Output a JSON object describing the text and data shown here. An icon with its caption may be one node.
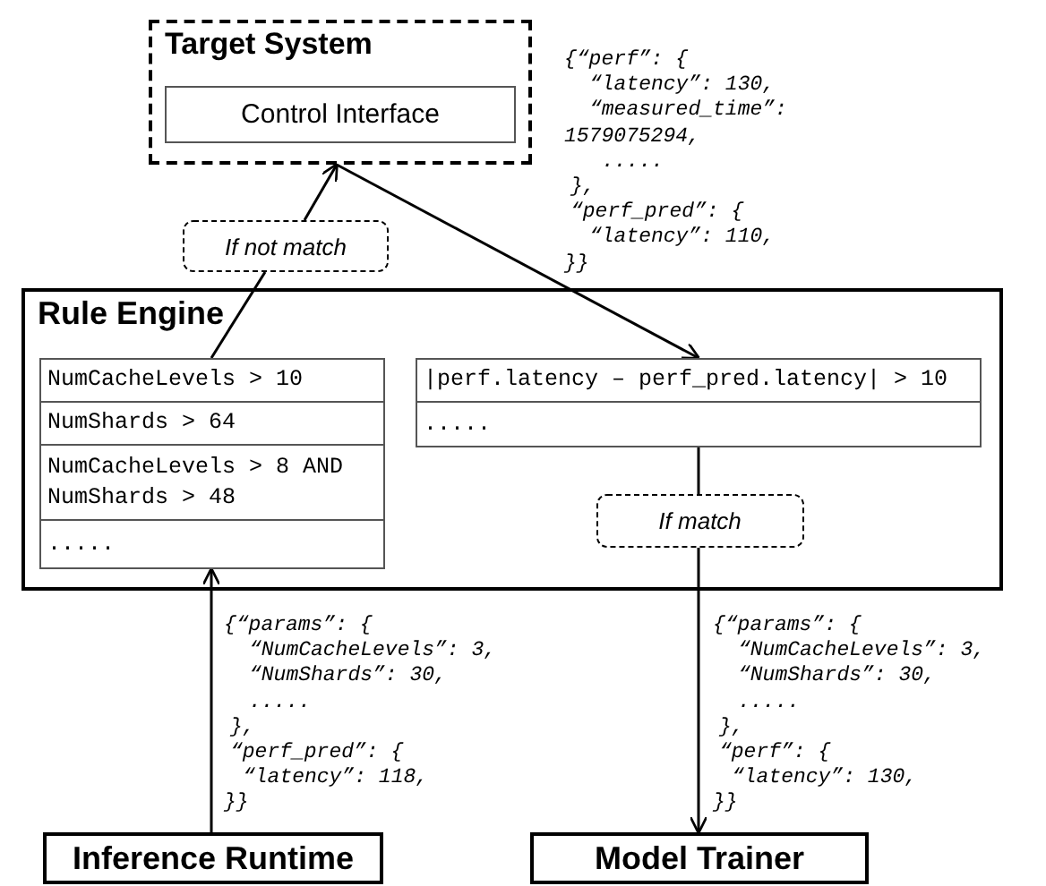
{
  "diagram": {
    "nodes": [
      {
        "text": [
          "Target System"
        ]
      },
      {
        "text": [
          "Control Interface"
        ],
        "in": 0
      },
      {
        "text": [
          "If not match"
        ]
      },
      {
        "text": [
          "Rule Engine"
        ]
      },
      {
        "text": [],
        "shape": "box",
        "in": 3
      },
      {
        "text": [
          "NumCacheLevels > 10"
        ],
        "in": 4
      },
      {
        "text": [
          "NumShards > 64"
        ],
        "in": 4
      },
      {
        "text": [
          "NumCacheLevels > 8 AND NumShards > 48"
        ],
        "in": 4
      },
      {
        "text": [
          "....."
        ],
        "in": 4
      },
      {
        "text": [],
        "shape": "box",
        "in": 3
      },
      {
        "text": [
          "|perf.latency – perf_pred.latency| > 10"
        ],
        "in": 9
      },
      {
        "text": [
          "....."
        ],
        "in": 9
      },
      {
        "text": [
          "If match"
        ],
        "in": 3
      },
      {
        "text": [
          "Inference Runtime"
        ]
      },
      {
        "text": [
          "Model Trainer"
        ]
      }
    ],
    "edges": [
      {
        "from": 4,
        "to": 2,
        "arrow": "none"
      },
      {
        "from": 2,
        "to": 0,
        "arrow": "to"
      },
      {
        "from": 0,
        "to": 9,
        "arrow": "to"
      },
      {
        "from": 13,
        "to": 4,
        "arrow": "to"
      },
      {
        "from": 9,
        "to": 12,
        "arrow": "none"
      },
      {
        "from": 12,
        "to": 14,
        "arrow": "to"
      }
    ],
    "labels": [
      "{“perf”: {",
      "“latency”: 130,",
      "“measured_time”:",
      "1579075294,",
      ".....",
      "},",
      "“perf_pred”: {",
      "“latency”: 110,",
      "}}",
      "{“params”: {",
      "“NumCacheLevels”: 3,",
      "“NumShards”: 30,",
      ".....",
      "},",
      "“perf_pred”: {",
      "“latency”: 118,",
      "}}",
      "{“params”: {",
      "“NumCacheLevels”: 3,",
      "“NumShards”: 30,",
      ".....",
      "},",
      "“perf”: {",
      "“latency”: 130,",
      "}}"
    ]
  }
}
